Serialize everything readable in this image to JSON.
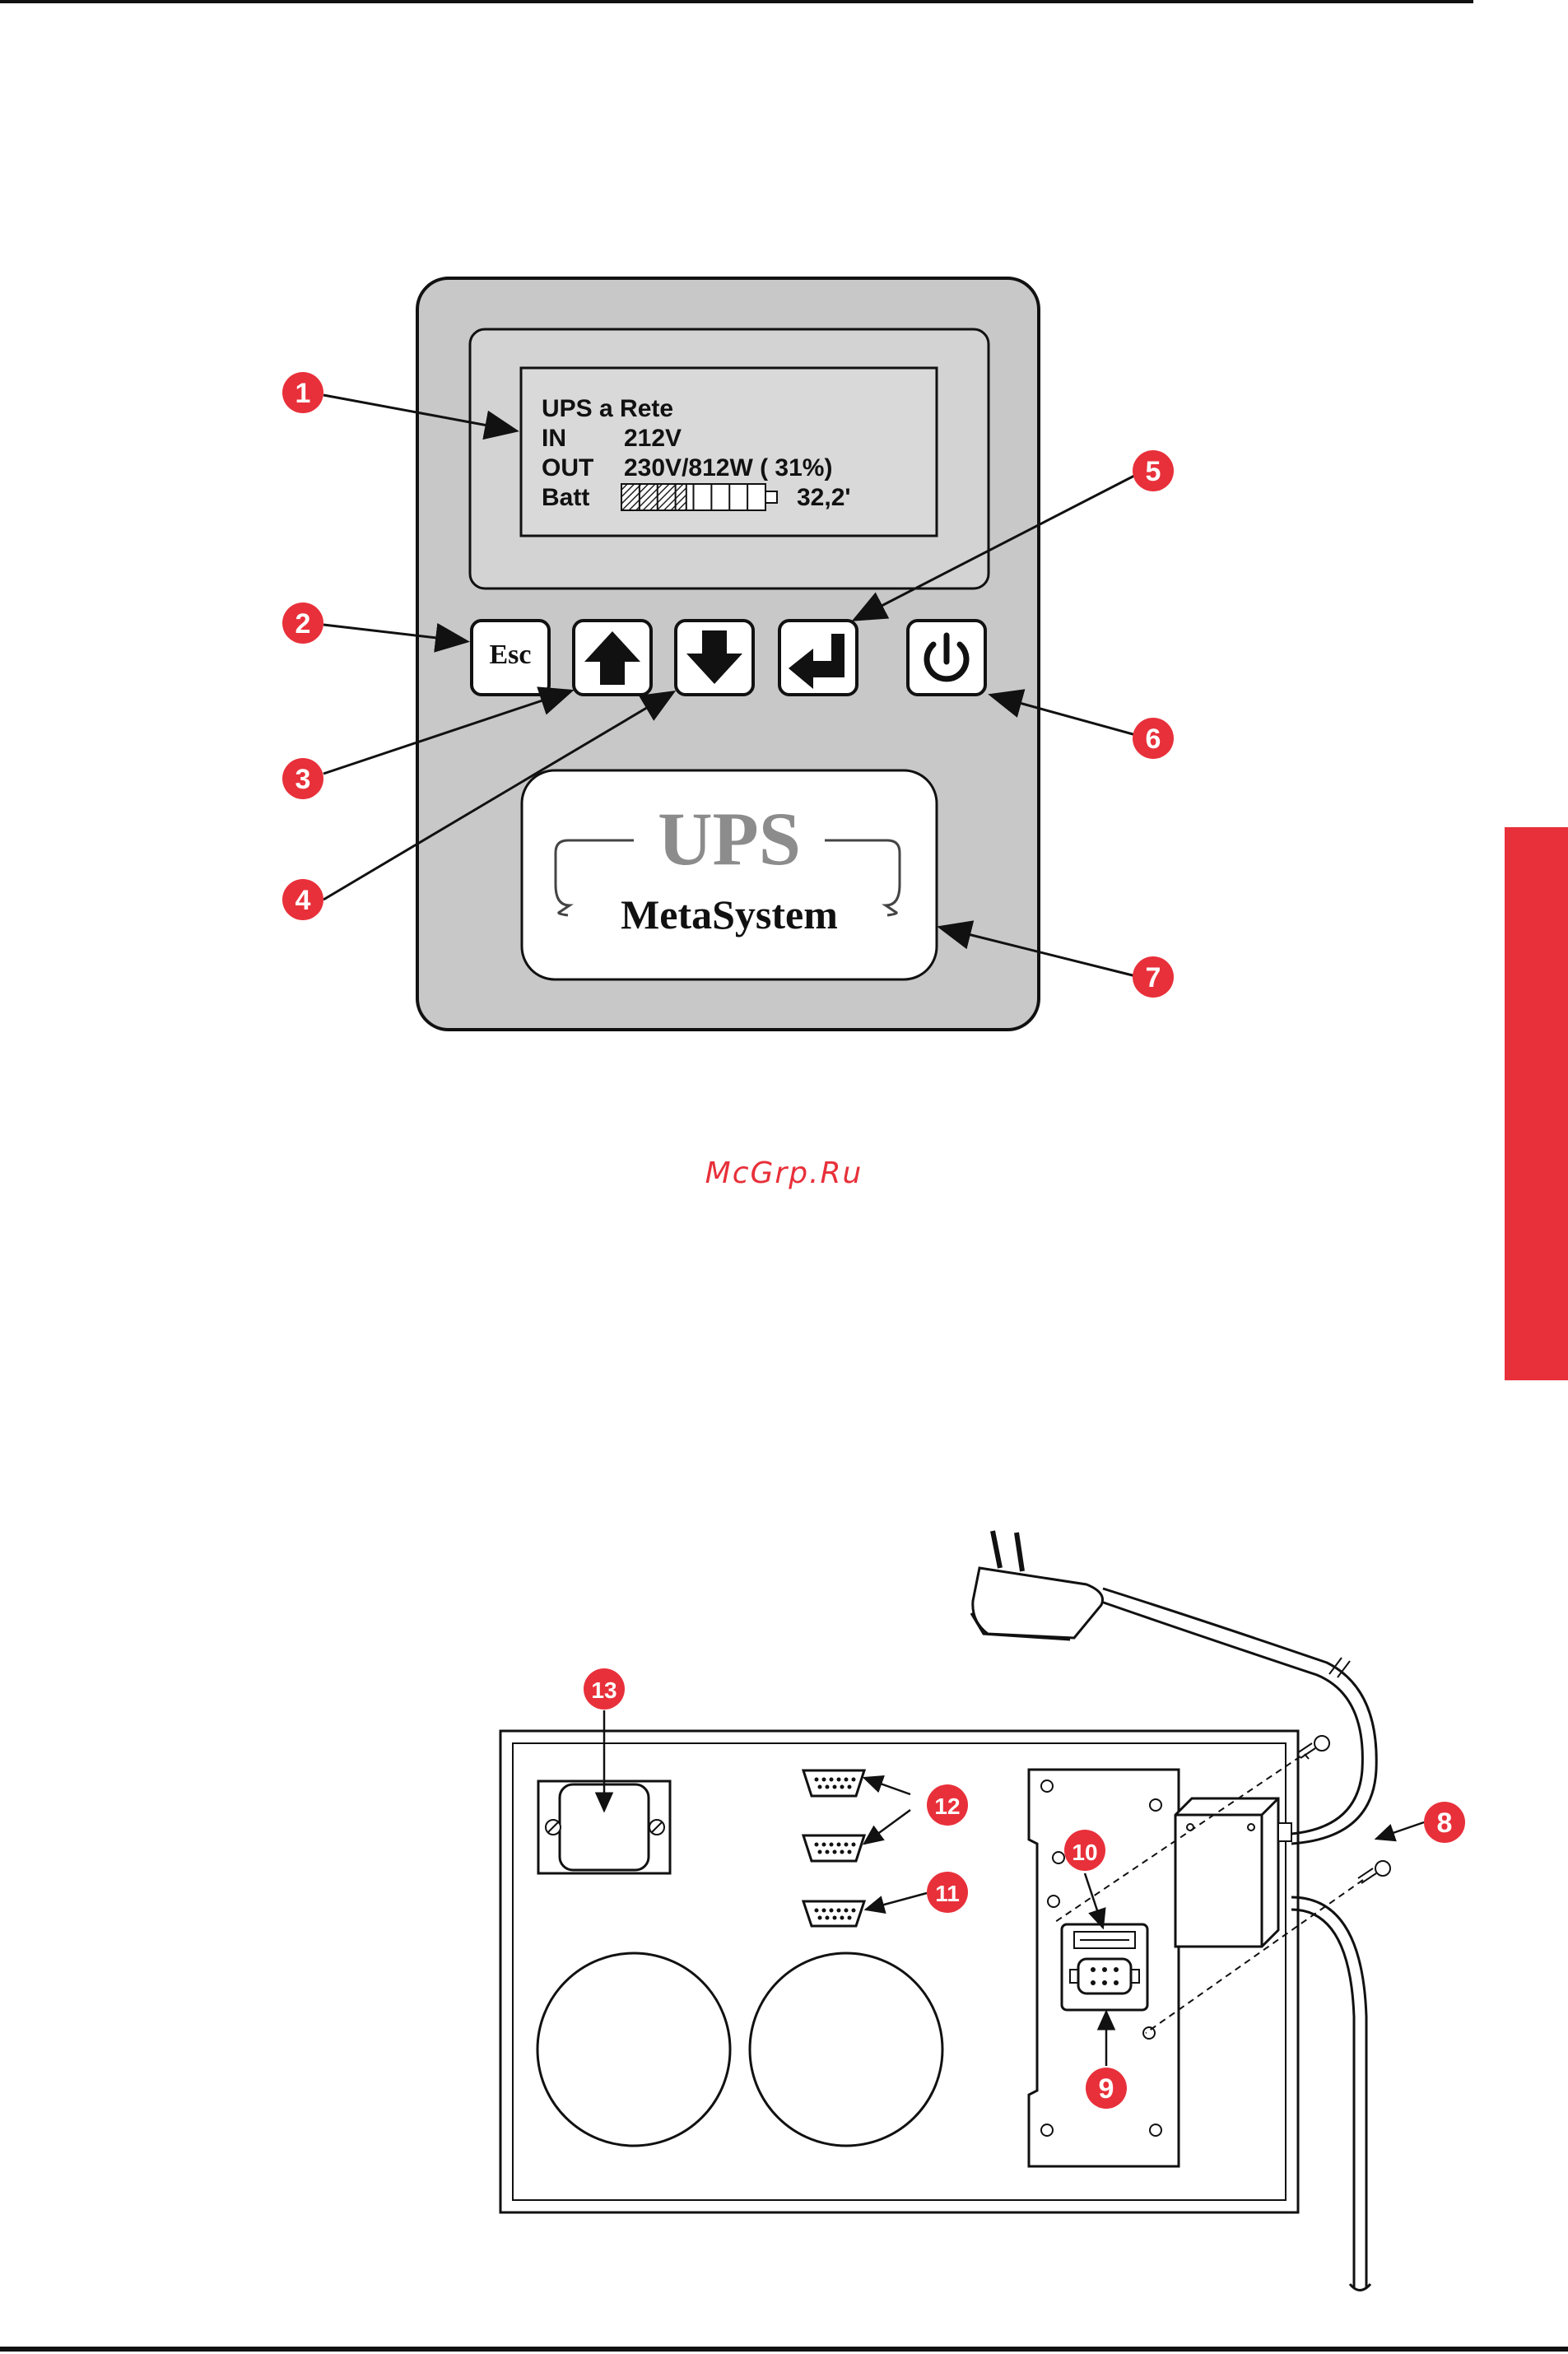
{
  "lcd": {
    "line1": "UPS a Rete",
    "line2_label": "IN",
    "line2_value": "212V",
    "line3_label": "OUT",
    "line3_value": "230V/812W ( 31%)",
    "line4_label": "Batt",
    "line4_value": "32,2'",
    "battery_level": 0.45
  },
  "buttons": {
    "esc_label": "Esc",
    "up_icon": "arrow-up-icon",
    "down_icon": "arrow-down-icon",
    "enter_icon": "enter-icon",
    "power_icon": "power-icon"
  },
  "logo": {
    "top": "UPS",
    "bottom": "MetaSystem"
  },
  "callouts_panel": [
    "1",
    "2",
    "3",
    "4",
    "5",
    "6",
    "7"
  ],
  "callouts_rear": [
    "8",
    "9",
    "10",
    "11",
    "12",
    "13"
  ],
  "watermark": "McGrp.Ru",
  "colors": {
    "accent": "#e8303a",
    "panel": "#c8c8c8",
    "screen": "#d8d8d8"
  }
}
